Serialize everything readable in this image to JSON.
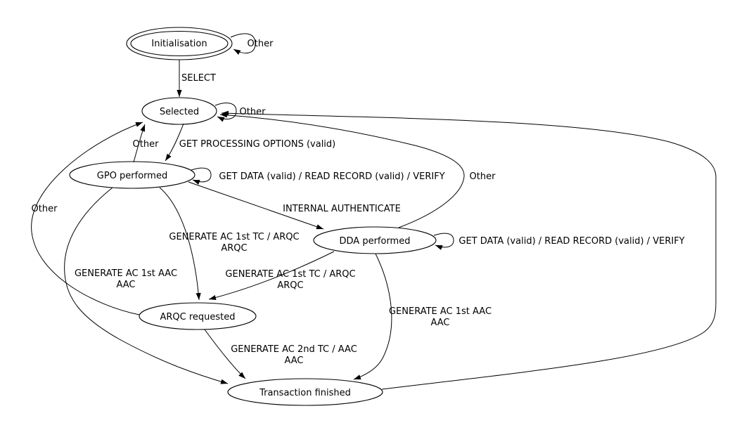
{
  "diagram": {
    "type": "state-machine",
    "background_color": "#ffffff",
    "stroke_color": "#000000",
    "nodes": [
      {
        "id": "initialisation",
        "label": "Initialisation",
        "shape": "double-ellipse",
        "role": "start-state"
      },
      {
        "id": "selected",
        "label": "Selected",
        "shape": "ellipse"
      },
      {
        "id": "gpo-performed",
        "label": "GPO performed",
        "shape": "ellipse"
      },
      {
        "id": "dda-performed",
        "label": "DDA performed",
        "shape": "ellipse"
      },
      {
        "id": "arqc-requested",
        "label": "ARQC requested",
        "shape": "ellipse"
      },
      {
        "id": "transaction-finished",
        "label": "Transaction finished",
        "shape": "ellipse"
      }
    ],
    "edges": [
      {
        "from": "initialisation",
        "to": "initialisation",
        "label": "Other"
      },
      {
        "from": "initialisation",
        "to": "selected",
        "label": "SELECT"
      },
      {
        "from": "selected",
        "to": "selected",
        "label": "Other"
      },
      {
        "from": "selected",
        "to": "gpo-performed",
        "label": "GET PROCESSING OPTIONS (valid)"
      },
      {
        "from": "gpo-performed",
        "to": "selected",
        "label": "Other"
      },
      {
        "from": "gpo-performed",
        "to": "gpo-performed",
        "label": "GET DATA (valid) / READ RECORD (valid) / VERIFY"
      },
      {
        "from": "gpo-performed",
        "to": "dda-performed",
        "label": "INTERNAL AUTHENTICATE"
      },
      {
        "from": "gpo-performed",
        "to": "arqc-requested",
        "label": "GENERATE AC 1st TC / ARQC\nARQC"
      },
      {
        "from": "gpo-performed",
        "to": "transaction-finished",
        "label": "GENERATE AC 1st AAC\nAAC"
      },
      {
        "from": "dda-performed",
        "to": "dda-performed",
        "label": "GET DATA (valid) / READ RECORD (valid) / VERIFY"
      },
      {
        "from": "dda-performed",
        "to": "selected",
        "label": "Other"
      },
      {
        "from": "dda-performed",
        "to": "arqc-requested",
        "label": "GENERATE AC 1st TC / ARQC\nARQC"
      },
      {
        "from": "dda-performed",
        "to": "transaction-finished",
        "label": "GENERATE AC 1st AAC\nAAC"
      },
      {
        "from": "arqc-requested",
        "to": "selected",
        "label": "Other"
      },
      {
        "from": "arqc-requested",
        "to": "transaction-finished",
        "label": "GENERATE AC 2nd TC / AAC\nAAC"
      },
      {
        "from": "transaction-finished",
        "to": "selected",
        "label": ""
      }
    ],
    "labels": {
      "init_self": "Other",
      "select": "SELECT",
      "selected_self": "Other",
      "get_processing_options": "GET PROCESSING OPTIONS (valid)",
      "gpo_other": "Other",
      "gpo_self": "GET DATA (valid) / READ RECORD (valid) / VERIFY",
      "internal_authenticate": "INTERNAL AUTHENTICATE",
      "gpo_arqc_line1": "GENERATE AC 1st TC / ARQC",
      "gpo_arqc_line2": "ARQC",
      "gpo_fin_line1": "GENERATE AC 1st AAC",
      "gpo_fin_line2": "AAC",
      "dda_self": "GET DATA (valid) / READ RECORD (valid) / VERIFY",
      "dda_other": "Other",
      "dda_arqc_line1": "GENERATE AC 1st TC / ARQC",
      "dda_arqc_line2": "ARQC",
      "dda_fin_line1": "GENERATE AC 1st AAC",
      "dda_fin_line2": "AAC",
      "arqc_other": "Other",
      "arqc_fin_line1": "GENERATE AC 2nd TC / AAC",
      "arqc_fin_line2": "AAC"
    }
  }
}
